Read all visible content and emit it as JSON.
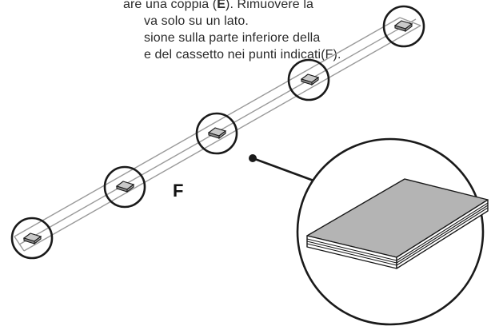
{
  "instructions": {
    "line1_before": "are una coppia (",
    "line1_bold": "E",
    "line1_after": "). Rimuovere la",
    "line2": "va solo su un lato.",
    "line3": "sione sulla parte inferiore della",
    "line4": "e del cassetto nei punti indicati(F)."
  },
  "labels": {
    "f": "F"
  },
  "colors": {
    "stroke": "#1a1a1a",
    "rail": "#9a9a9a",
    "pad_top": "#c9c9c9",
    "pad_side": "#8c8c8c",
    "large_pad_top": "#b4b4b4"
  }
}
